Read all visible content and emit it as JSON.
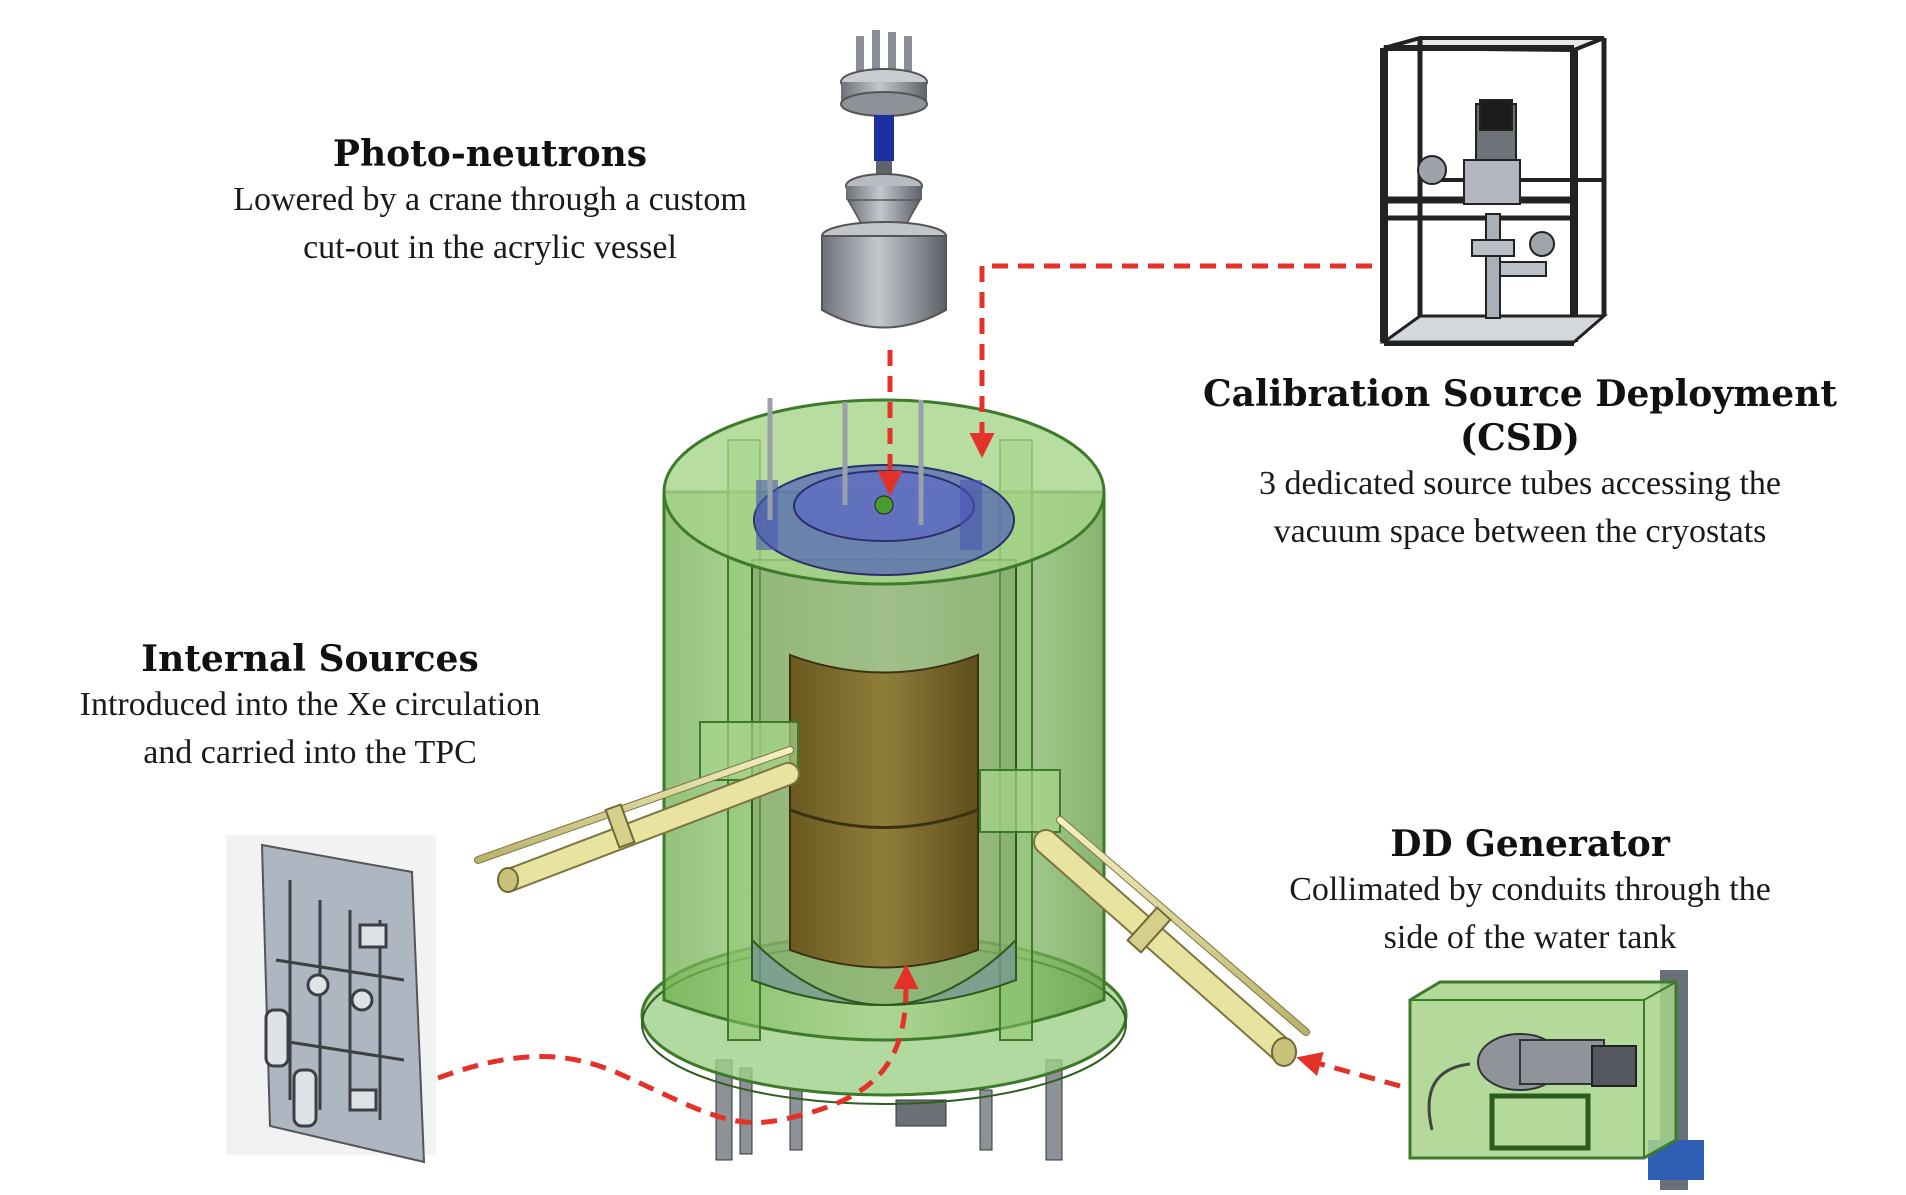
{
  "labels": {
    "photo_neutrons": {
      "title": "Photo-neutrons",
      "desc_lines": [
        "Lowered by a crane through a custom",
        "cut-out in the acrylic vessel"
      ]
    },
    "csd": {
      "title": "Calibration Source Deployment (CSD)",
      "desc_lines": [
        "3 dedicated source tubes accessing the",
        "vacuum space between the cryostats"
      ]
    },
    "internal_sources": {
      "title": "Internal Sources",
      "desc_lines": [
        "Introduced into the Xe circulation",
        "and carried into the TPC"
      ]
    },
    "dd_generator": {
      "title": "DD Generator",
      "desc_lines": [
        "Collimated by conduits through the",
        "side of the water tank"
      ]
    }
  },
  "colors": {
    "arrow": "#e53228",
    "tank_green": "#7fbf5a",
    "tank_edge": "#3d7a2a",
    "tpc_olive": "#7a6a2a",
    "conduit": "#e8e4a0",
    "metal": "#9aa0a8"
  },
  "icons": {
    "photo_neutron_source": "photo-neutron-source-illustration",
    "csd_frame": "csd-frame-illustration",
    "gas_panel": "gas-panel-illustration",
    "dd_generator": "dd-generator-illustration",
    "water_tank": "water-tank-cutaway-illustration"
  }
}
